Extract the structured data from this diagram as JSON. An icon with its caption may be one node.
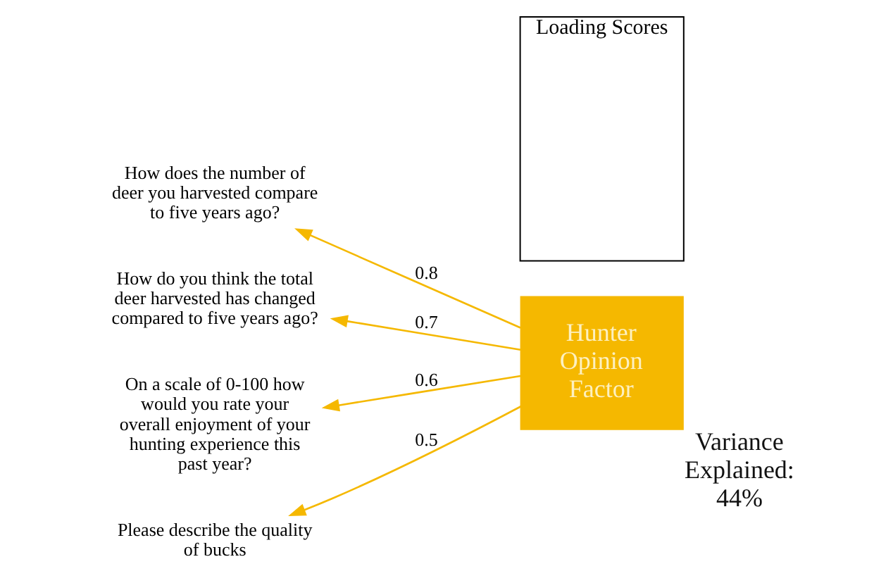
{
  "diagram": {
    "nodes": [
      {
        "text": [
          "How does the number of deer you harvested compare to five years ago?"
        ]
      },
      {
        "text": [
          "How do you think the total deer harvested has changed compared to five years ago?"
        ]
      },
      {
        "text": [
          "On a scale of 0-100 how would you rate your overall enjoyment of your hunting experience this past year?"
        ]
      },
      {
        "text": [
          "Please describe the quality of bucks"
        ]
      },
      {
        "text": [
          "Loading Scores"
        ]
      },
      {
        "text": [
          "Hunter Opinion Factor"
        ],
        "beside": [
          "Variance Explained: 44%"
        ]
      }
    ],
    "edges": [
      {
        "from": 5,
        "to": 0,
        "arrow": "to",
        "label": "0.8"
      },
      {
        "from": 5,
        "to": 1,
        "arrow": "to",
        "label": "0.7"
      },
      {
        "from": 5,
        "to": 2,
        "arrow": "to",
        "label": "0.6"
      },
      {
        "from": 5,
        "to": 3,
        "arrow": "to",
        "label": "0.5"
      }
    ]
  }
}
